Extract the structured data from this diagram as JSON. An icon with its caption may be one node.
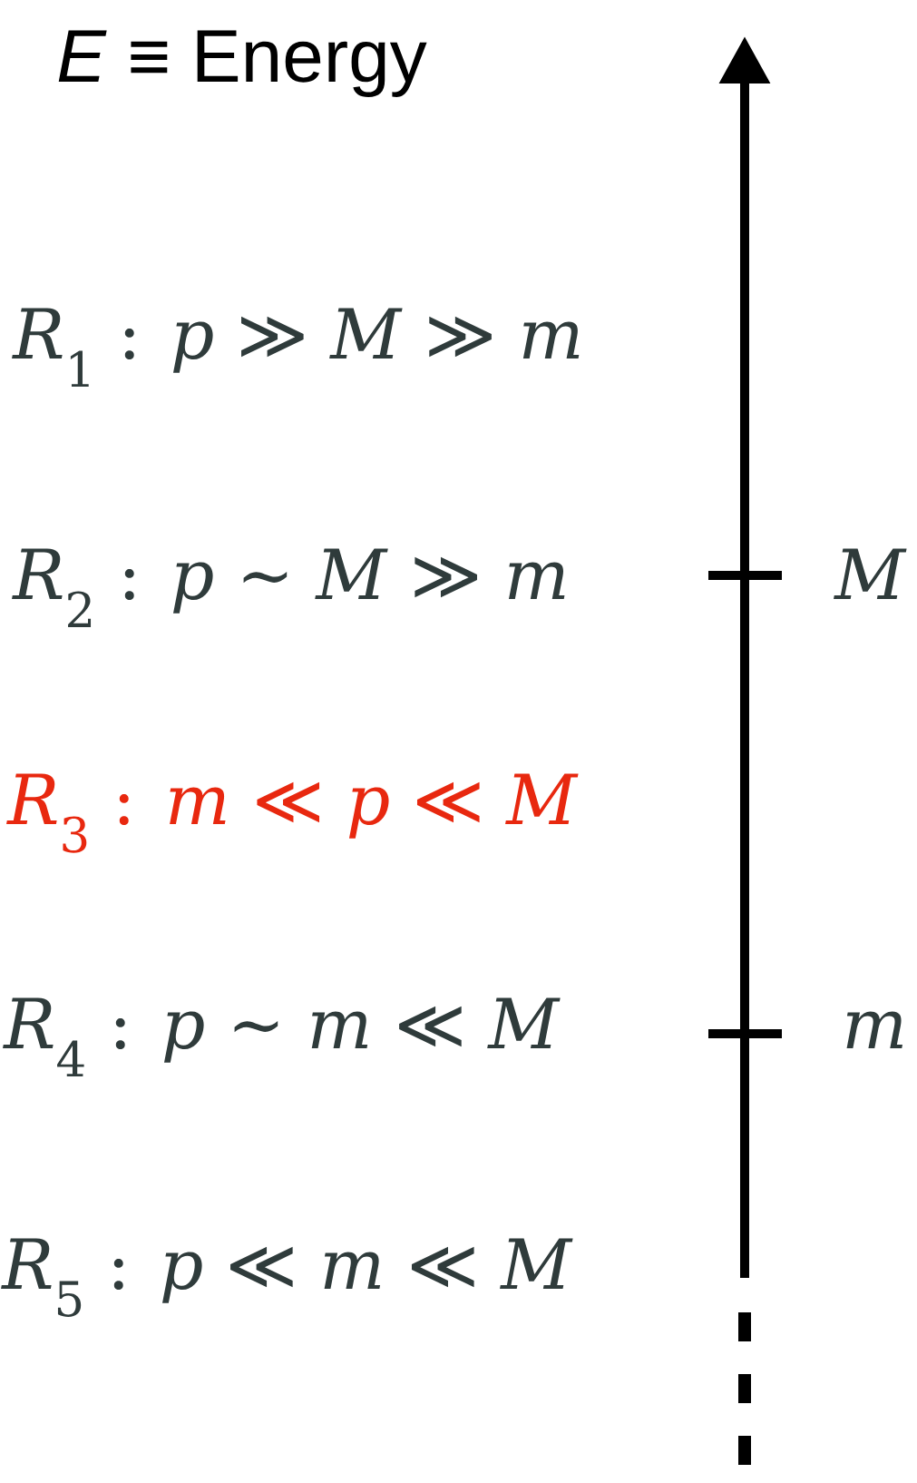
{
  "diagram": {
    "title": "*E* ≡ Energy",
    "labels": [
      "*R*$_{1}$ :  *p* ≫ *M* ≫ *m*",
      "*R*$_{2}$ :  *p* ∼ *M* ≫ *m*",
      "*R*$_{3}$ :  *m* ≪ *p* ≪ *M*",
      "*R*$_{4}$ :  *p* ∼ *m* ≪ *M*",
      "*R*$_{5}$ :  *p* ≪ *m* ≪ *M*",
      "*M*",
      "*m*"
    ]
  }
}
